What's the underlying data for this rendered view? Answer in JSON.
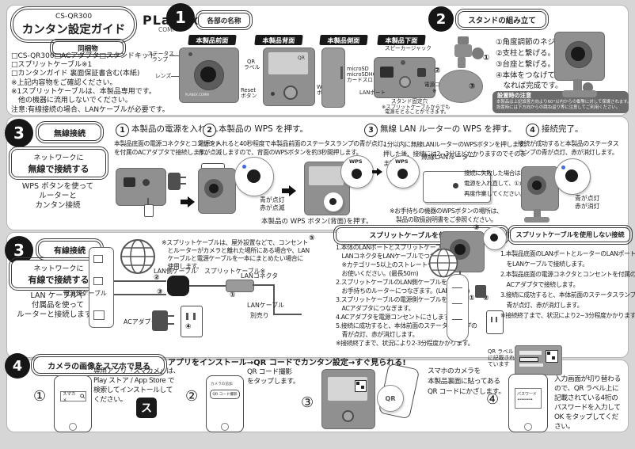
{
  "page": {
    "product": "CS-QR300",
    "title": "カンタン設定ガイド",
    "brand": "PLanex",
    "brand_sub": "COMM."
  },
  "contents": {
    "label": "同梱物",
    "lines": [
      "□CS-QR300□ACアダプタ□スタンドキット",
      "□スプリットケーブル※1",
      "□カンタンガイド 裏面保証書含む(本紙)",
      "※上記内容物をご確認ください。",
      "※1スプリットケーブルは、本製品専用です。",
      "　他の機器に流用しないでください。",
      "注意:有線接続の場合、LANケーブルが必要です。"
    ]
  },
  "parts": {
    "number": "1",
    "title": "各部の名称",
    "front": {
      "title": "本製品前面",
      "label1a": "ステータス",
      "label1b": "ランプ",
      "label2": "レンズ",
      "logo": "PLANEX COMM"
    },
    "back": {
      "title": "本製品背面",
      "qr": "QR",
      "label1a": "QR",
      "label1b": "ラベル",
      "label2a": "Reset",
      "label2b": "ボタン",
      "label3a": "WPS",
      "label3b": "ボタン"
    },
    "side": {
      "title": "本製品側面",
      "label1": "microSD",
      "label2": "microSDHC",
      "label3": "カードスロット"
    },
    "bottom": {
      "title": "本製品下面",
      "label_top": "スピーカージャック",
      "label1": "LANポート",
      "label2": "スタンド固定穴",
      "label3": "電源コネクタ",
      "label3b": "※",
      "note1": "※スプリットケーブルからでも",
      "note2": "電源をとることができます。"
    }
  },
  "stand": {
    "number": "2",
    "title": "スタンドの組み立て",
    "steps": [
      "①角度調節のネジを締める。",
      "②支柱と繋げる。",
      "③台座と繋げる。",
      "④本体をつなげて右のように",
      "　なれば完成です。"
    ],
    "m1": "①",
    "m2": "②",
    "m3": "③",
    "caution_title": "設置時の注意",
    "caution1": "本製品は上記設置方向より60°以内からの衝撃に対して保護されます。",
    "caution2": "設置時には下方向からの跳ね返り等に注意してご利用ください。"
  },
  "wireless": {
    "number": "3",
    "title": "無線接続",
    "box_line1": "ネットワークに",
    "box_line2": "無線で接続する",
    "desc": [
      "WPS ボタンを使って",
      "ルーターと",
      "カンタン接続"
    ],
    "step1": {
      "num": "1",
      "title": "本製品の電源を入れる。",
      "body": [
        "本製品底面の電源コネクタとコンセント",
        "を付属のACアダプタで接続します。"
      ]
    },
    "step2": {
      "num": "2",
      "title": "本製品の WPS を押す。",
      "body": [
        "電源を入れると40秒程度で本製品前面のステータスランプの青が点灯、",
        "赤が点滅しますので、背面のWPSボタンを約3秒間押します。"
      ],
      "cap1": "青が点灯",
      "cap2": "赤が点滅",
      "cap3": "本製品の WPS ボタン(背面)を押す。"
    },
    "step3": {
      "num": "3",
      "title": "無線 LAN ルーターの WPS を押す。",
      "body": [
        "1分以内に無線LANルーターのWPSボタンを押します。",
        "押した後、接続には2~3分ほどかかりますのでそのま",
        "ま待ちます。"
      ],
      "router_label": "無線LANルーター",
      "wps": "WPS",
      "fail": [
        "接続に失敗した場合は、",
        "電源を入れ直して、①から",
        "再度作業してください。"
      ],
      "note": [
        "※お手持ちの機器のWPSボタンの場所は、",
        "製品の取扱説明書をご参照ください。"
      ]
    },
    "step4": {
      "num": "4",
      "title": "接続完了。",
      "body": [
        "接続が成功すると本製品のステータス",
        "ランプの青が点灯、赤が消灯します。"
      ],
      "cap1": "青が点灯",
      "cap2": "赤が消灯"
    }
  },
  "wired": {
    "number": "3",
    "title": "有線接続",
    "box_line1": "ネットワークに",
    "box_line2": "有線で接続する",
    "desc": [
      "LAN ケーブルや",
      "付属品を使って",
      "ルーターと接続します。"
    ],
    "note": [
      "※スプリットケーブルは、屋外設置などで、コンセント",
      "　とルーターがカメラと離れた場所にある場合や、LAN",
      "　ケーブルと電源ケーブルを一本にまとめたい場合に",
      "　使用します。"
    ],
    "labels": {
      "lan_side": "LAN側ケーブル",
      "split": "スプリットケーブル※",
      "lan_conn": "LANコネクタ",
      "power_side": "電源側ケーブル",
      "ac": "ACアダプタ",
      "lan_cable": "LANケーブル",
      "optional": "別売り",
      "m1": "①",
      "m2": "②",
      "m3": "③",
      "m4": "④",
      "m5": "⑤"
    },
    "box1": {
      "title": "スプリットケーブルを使って接続",
      "lines": [
        "1.本体のLANポートとスプリットケーブルの",
        "　LANコネクタをLANケーブルでつなぎます。",
        "　※カテゴリー5以上のストレートケーブルを",
        "　お使いください。(最長50m)",
        "2.スプリットケーブルのLAN側ケーブルを",
        "　お手持ちのルーターにつなぎます。(LANポート)",
        "3.スプリットケーブルの電源側ケーブルを",
        "　ACアダプタにつなぎます。",
        "4.ACアダプタを電源コンセントにさします。",
        "5.接続に成功すると、本体前面のステータスランプの",
        "　青が点灯、赤が消灯します。",
        "※接続終了まで、状況により2-3分程度かかります。"
      ]
    },
    "box2": {
      "title": "スプリットケーブルを使用しない接続",
      "lines": [
        "1.本製品底面のLANポートとルーターのLANポート",
        "　をLANケーブルで接続します。",
        "2.本製品底面の電源コネクタとコンセントを付属の",
        "　ACアダプタで接続します。",
        "3.接続に成功すると、本体前面のステータスランプの",
        "　青が点灯、赤が消灯します。",
        "※接続終了まで、状況により2~3分程度かかります。"
      ]
    }
  },
  "app": {
    "number": "4",
    "title": "カメラの画像をスマホで見る",
    "subtitle": "アプリをインストール→QR コードでカンタン設定→すぐ見られる!",
    "step1": {
      "num": "①",
      "search": "スマカメ",
      "body": [
        "専用アプリ「スマカメ」は、",
        "Play ストア / App Store で",
        "検索してインストールして",
        "ください。"
      ],
      "icon": "ス"
    },
    "step2": {
      "num": "②",
      "screen1": "カメラの追加",
      "screen2": "QR コード撮影",
      "body": [
        "QR コード撮影",
        "をタップします。"
      ]
    },
    "step3": {
      "num": "③",
      "qr": "QR",
      "body": [
        "スマホのカメラを",
        "本製品裏面に貼ってある",
        "QR コードにかざします。"
      ]
    },
    "step4": {
      "num": "④",
      "note": [
        "QR ラベル",
        "に記載され",
        "ています"
      ],
      "screen": "パスワード",
      "dots": "••••••••",
      "body": [
        "入力画面が切り替わる",
        "ので、QR ラベル上に",
        "記載されている4桁の",
        "パスワードを入力して",
        "OK をタップしてくだ",
        "さい。"
      ]
    }
  }
}
